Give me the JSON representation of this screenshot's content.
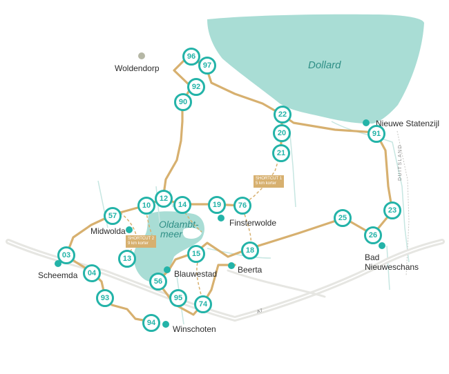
{
  "map": {
    "colors": {
      "water": "#a9ddd5",
      "route": "#d7b06f",
      "node_ring": "#23b3a8",
      "road": "#e6e6e2",
      "canal": "#c6e6e1",
      "village_dot": "#23b3a8",
      "foreign_dot": "#b5b7a5"
    },
    "water_labels": {
      "dollard": "Dollard",
      "oldambtmeer_1": "Oldambt-",
      "oldambtmeer_2": "meer"
    },
    "places": {
      "woldendorp": "Woldendorp",
      "nieuwe_statenzijl": "Nieuwe Statenzijl",
      "midwolda": "Midwolda",
      "finsterwolde": "Finsterwolde",
      "scheemda": "Scheemda",
      "blauwestad": "Blauwestad",
      "beerta": "Beerta",
      "bad_nieuweschans_1": "Bad",
      "bad_nieuweschans_2": "Nieuweschans",
      "winschoten": "Winschoten"
    },
    "border_label": "DUITSLAND",
    "road_label": "A7",
    "shortcut1": {
      "line1": "SHORTCUT 1",
      "line2": "5 km korter"
    },
    "shortcut2": {
      "line1": "SHORTCUT 2",
      "line2": "9 km korter"
    },
    "nodes": {
      "n96": "96",
      "n97": "97",
      "n92": "92",
      "n90": "90",
      "n22": "22",
      "n20": "20",
      "n21": "21",
      "n91": "91",
      "n23": "23",
      "n25": "25",
      "n26": "26",
      "n10": "10",
      "n12": "12",
      "n14": "14",
      "n19": "19",
      "n76": "76",
      "n57": "57",
      "n18": "18",
      "n03": "03",
      "n04": "04",
      "n13": "13",
      "n15": "15",
      "n56": "56",
      "n93": "93",
      "n95": "95",
      "n74": "74",
      "n94": "94"
    }
  }
}
